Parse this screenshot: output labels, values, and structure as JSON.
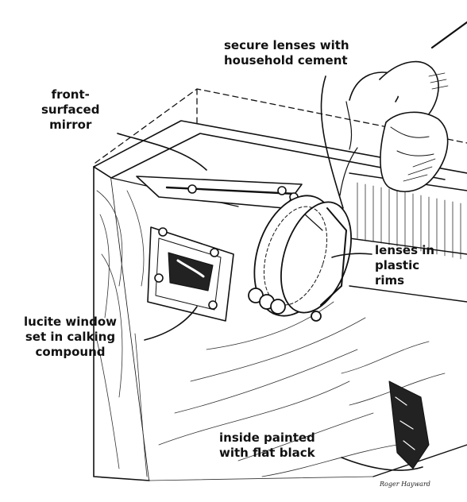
{
  "title": "",
  "labels": {
    "secure_lenses": [
      "secure lenses with",
      "household cement"
    ],
    "front_mirror": [
      "front-",
      "surfaced",
      "mirror"
    ],
    "lenses_rims": [
      "lenses in",
      "plastic",
      "rims"
    ],
    "lucite_window": [
      "lucite window",
      "set in calking",
      "compound"
    ],
    "inside_painted": [
      "inside painted",
      "with flat black"
    ]
  },
  "signature": "Roger Hayward",
  "colors": {
    "ink": "#111111",
    "paper": "#ffffff"
  }
}
